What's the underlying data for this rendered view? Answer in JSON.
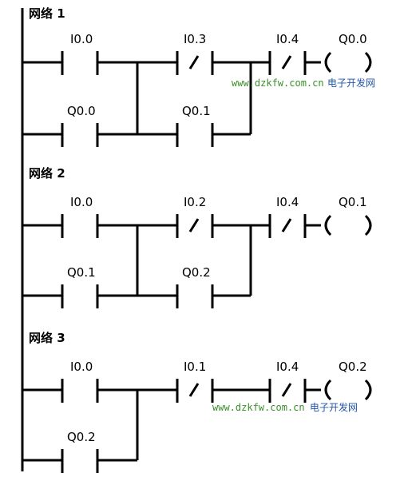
{
  "watermark": {
    "url": "www.dzkfw.com.cn",
    "site": "电子开发网",
    "url_color": "#3a8f2a",
    "site_color": "#2255aa"
  },
  "networks": [
    {
      "title": "网络 1",
      "labels": {
        "start": "I0.0",
        "hold": "Q0.0",
        "stop": "I0.3",
        "branch2": "Q0.1",
        "interlock": "I0.4",
        "coil": "Q0.0"
      },
      "watermark_visible": true
    },
    {
      "title": "网络 2",
      "labels": {
        "start": "I0.0",
        "hold": "Q0.1",
        "stop": "I0.2",
        "branch2": "Q0.2",
        "interlock": "I0.4",
        "coil": "Q0.1"
      },
      "watermark_visible": false
    },
    {
      "title": "网络 3",
      "labels": {
        "start": "I0.0",
        "hold": "Q0.2",
        "stop": "I0.1",
        "interlock": "I0.4",
        "coil": "Q0.2"
      },
      "watermark_visible": true
    }
  ]
}
